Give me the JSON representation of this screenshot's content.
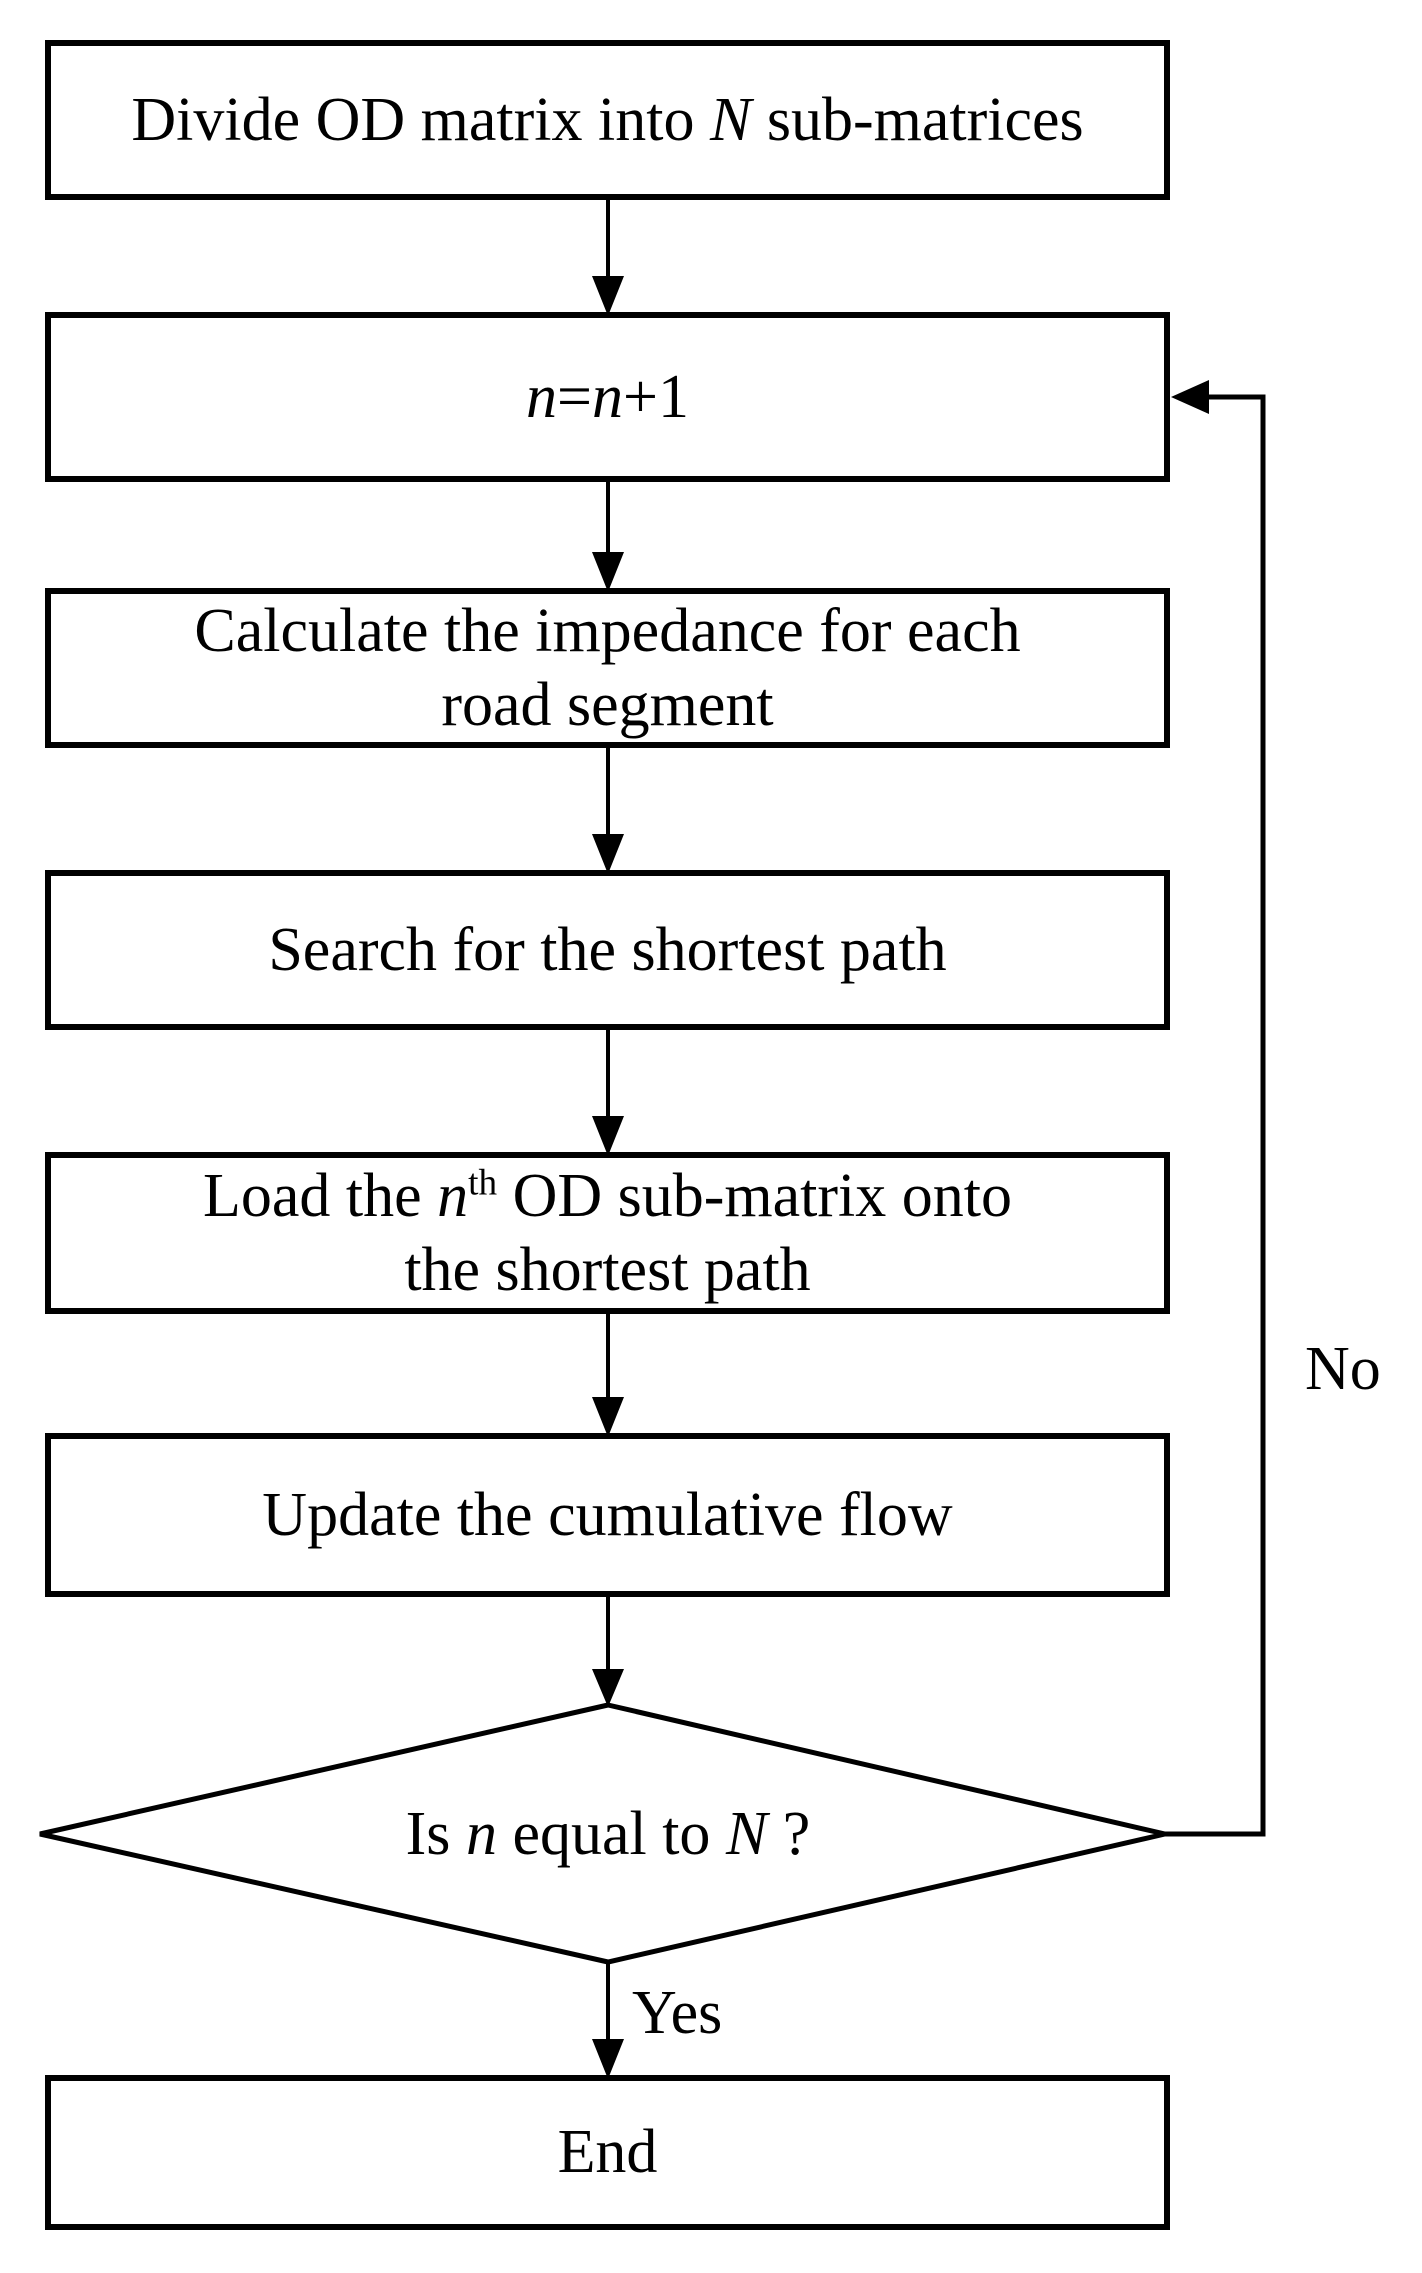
{
  "diagram": {
    "background_color": "#ffffff",
    "stroke_color": "#000000",
    "nodes": [
      {
        "id": "divide-od-matrix",
        "shape": "rectangle",
        "lines": [
          [
            {
              "t": "Divide OD matrix into "
            },
            {
              "t": "N",
              "s": "i"
            },
            {
              "t": " sub-matrices"
            }
          ]
        ]
      },
      {
        "id": "increment-n",
        "shape": "rectangle",
        "lines": [
          [
            {
              "t": "n",
              "s": "i"
            },
            {
              "t": "="
            },
            {
              "t": "n",
              "s": "i"
            },
            {
              "t": "+1"
            }
          ]
        ]
      },
      {
        "id": "calculate-impedance",
        "shape": "rectangle",
        "lines": [
          [
            {
              "t": "Calculate the impedance for each"
            }
          ],
          [
            {
              "t": "road segment"
            }
          ]
        ]
      },
      {
        "id": "search-shortest-path",
        "shape": "rectangle",
        "lines": [
          [
            {
              "t": "Search for the shortest path"
            }
          ]
        ]
      },
      {
        "id": "load-od-submatrix",
        "shape": "rectangle",
        "lines": [
          [
            {
              "t": "Load the "
            },
            {
              "t": "n",
              "s": "i"
            },
            {
              "t": "th",
              "s": "sup"
            },
            {
              "t": " OD sub-matrix onto"
            }
          ],
          [
            {
              "t": "the shortest path"
            }
          ]
        ]
      },
      {
        "id": "update-cumulative-flow",
        "shape": "rectangle",
        "lines": [
          [
            {
              "t": "Update the cumulative flow"
            }
          ]
        ]
      },
      {
        "id": "decision-n-equal-N",
        "shape": "diamond",
        "lines": [
          [
            {
              "t": "Is "
            },
            {
              "t": "n",
              "s": "i"
            },
            {
              "t": " equal to "
            },
            {
              "t": "N",
              "s": "i"
            },
            {
              "t": " ?"
            }
          ]
        ]
      },
      {
        "id": "end",
        "shape": "rectangle",
        "lines": [
          [
            {
              "t": "End"
            }
          ]
        ]
      }
    ],
    "edges": [
      {
        "from": "divide-od-matrix",
        "to": "increment-n",
        "label": ""
      },
      {
        "from": "increment-n",
        "to": "calculate-impedance",
        "label": ""
      },
      {
        "from": "calculate-impedance",
        "to": "search-shortest-path",
        "label": ""
      },
      {
        "from": "search-shortest-path",
        "to": "load-od-submatrix",
        "label": ""
      },
      {
        "from": "load-od-submatrix",
        "to": "update-cumulative-flow",
        "label": ""
      },
      {
        "from": "update-cumulative-flow",
        "to": "decision-n-equal-N",
        "label": ""
      },
      {
        "from": "decision-n-equal-N",
        "to": "end",
        "label": "Yes"
      },
      {
        "from": "decision-n-equal-N",
        "to": "increment-n",
        "label": "No"
      }
    ]
  }
}
